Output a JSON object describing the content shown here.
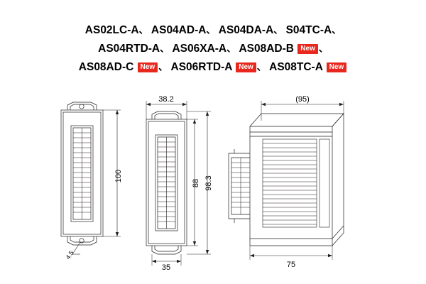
{
  "title": {
    "separator": "、",
    "lines": [
      {
        "id": "line-1",
        "parts": [
          {
            "text": "AS02LC-A",
            "new": false
          },
          {
            "text": "AS04AD-A",
            "new": false
          },
          {
            "text": "AS04DA-A",
            "new": false
          },
          {
            "text": "S04TC-A",
            "new": false
          }
        ]
      },
      {
        "id": "line-2",
        "parts": [
          {
            "text": "AS04RTD-A",
            "new": false
          },
          {
            "text": "AS06XA-A",
            "new": false
          },
          {
            "text": "AS08AD-B",
            "new": true
          }
        ]
      },
      {
        "id": "line-3",
        "parts": [
          {
            "text": "AS08AD-C",
            "new": true
          },
          {
            "text": "AS06RTD-A",
            "new": true
          },
          {
            "text": "AS08TC-A",
            "new": true
          }
        ]
      }
    ],
    "new_label": "New"
  },
  "colors": {
    "badge_red": "#e8281e",
    "line": "#231f20",
    "text": "#000000"
  },
  "dimensions": {
    "front_height": "100",
    "side_width": "38.2",
    "side_bottom_width": "35",
    "side_height_inner": "88",
    "side_height_outer": "98.3",
    "iso_depth": "(95)",
    "iso_width": "75",
    "mount_hole": "4.5"
  },
  "views": {
    "front": "front-view",
    "side": "side-view",
    "iso": "isometric-view"
  }
}
